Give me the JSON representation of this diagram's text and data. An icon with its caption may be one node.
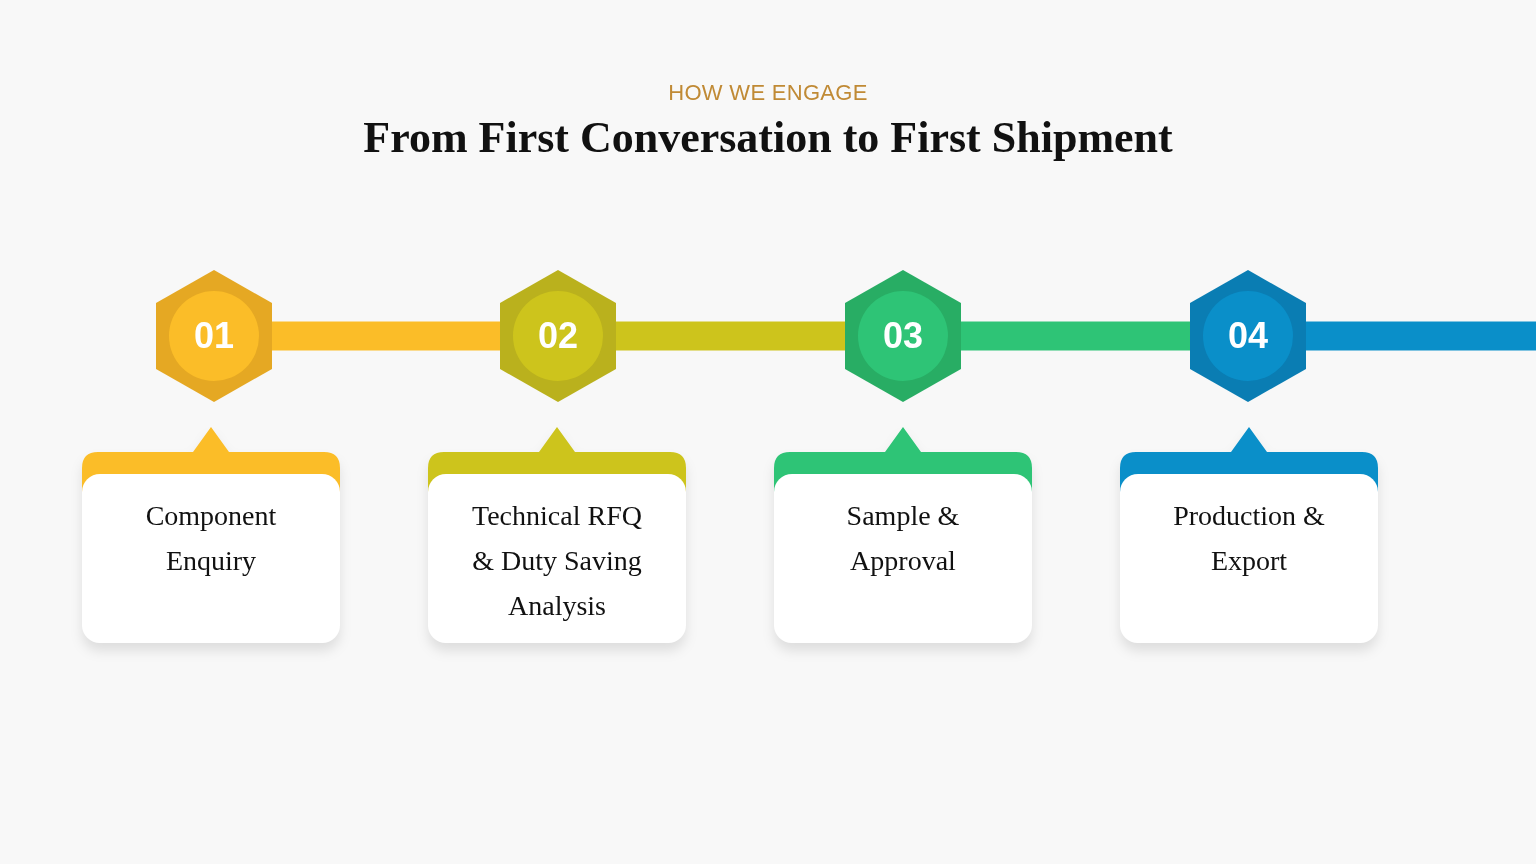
{
  "diagram": {
    "title": "From First Conversation to First Shipment",
    "nodes": [
      {
        "text": [
          "01"
        ]
      },
      {
        "text": [
          "02"
        ]
      },
      {
        "text": [
          "03"
        ]
      },
      {
        "text": [
          "04"
        ]
      },
      {
        "text": [
          "Component Enquiry"
        ]
      },
      {
        "text": [
          "Technical RFQ & Duty Saving Analysis"
        ]
      },
      {
        "text": [
          "Sample & Approval"
        ]
      },
      {
        "text": [
          "Production & Export"
        ]
      }
    ],
    "edges": [
      {
        "from": 0,
        "to": 1,
        "arrow": "none",
        "color": "#fbbd28"
      },
      {
        "from": 1,
        "to": 2,
        "arrow": "none",
        "color": "#cdc41c"
      },
      {
        "from": 2,
        "to": 3,
        "arrow": "none",
        "color": "#2ec476"
      },
      {
        "from": 3,
        "to": null,
        "arrow": "none",
        "color": "#0a8fc9"
      }
    ],
    "labels": [
      "HOW WE ENGAGE"
    ]
  }
}
